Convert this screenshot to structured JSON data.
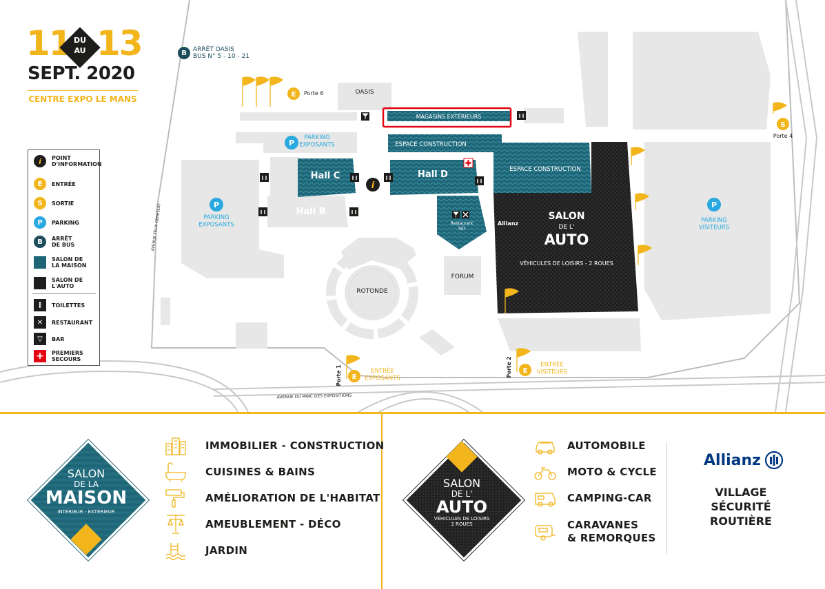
{
  "header": {
    "day_start": "11",
    "du": "DU",
    "au": "AU",
    "day_end": "13",
    "month_year": "SEPT. 2020",
    "venue": "CENTRE EXPO LE MANS"
  },
  "bus_stop": {
    "letter": "B",
    "line1": "ARRÊT OASIS",
    "line2": "BUS N° 5 - 10 - 21"
  },
  "map_labels": {
    "oasis": "OASIS",
    "porte6": "Porte 6",
    "magasins": "MAGASINS EXTÉRIEURS",
    "espace_construction_1": "ESPACE CONSTRUCTION",
    "espace_construction_2": "ESPACE CONSTRUCTION",
    "parking_exposants_top": "PARKING\nEXPOSANTS",
    "parking_exposants_left": "PARKING\nEXPOSANTS",
    "parking_visiteurs": "PARKING\nVISITEURS",
    "hall_c": "Hall C",
    "hall_d": "Hall D",
    "hall_b": "Hall B",
    "restaurant": "Restaurant\nTBT",
    "rotonde": "ROTONDE",
    "forum": "FORUM",
    "salon_auto_line1": "SALON",
    "salon_auto_line2": "DE L'",
    "salon_auto_line3": "AUTO",
    "salon_auto_sub": "VÉHICULES DE LOISIRS - 2 ROUES",
    "allianz_small": "Allianz",
    "porte1": "Porte 1",
    "porte2": "Porte 2",
    "porte4": "Porte 4",
    "entree_exposants": "ENTRÉE\nEXPOSANTS",
    "entree_visiteurs": "ENTRÉE\nVISITEURS",
    "avenue_parc": "AVENUE DU PARC DES EXPOSITIONS",
    "avenue_felix": "AVENUE FÉLIX GENESLAY",
    "letter_e": "E",
    "letter_s": "S",
    "letter_p": "P",
    "letter_i": "i"
  },
  "legend": {
    "items": [
      {
        "label": "POINT\nD'INFORMATION"
      },
      {
        "label": "ENTRÉE"
      },
      {
        "label": "SORTIE"
      },
      {
        "label": "PARKING"
      },
      {
        "label": "ARRÊT\nDE BUS"
      },
      {
        "label": "SALON DE\nLA MAISON"
      },
      {
        "label": "SALON DE\nL'AUTO"
      },
      {
        "label": "TOILETTES"
      },
      {
        "label": "RESTAURANT"
      },
      {
        "label": "BAR"
      },
      {
        "label": "PREMIERS\nSECOURS"
      }
    ]
  },
  "maison": {
    "line1": "SALON",
    "line2": "DE LA",
    "line3": "MAISON",
    "sub": "INTÉRIEUR - EXTÉRIEUR",
    "categories": [
      {
        "label": "IMMOBILIER - CONSTRUCTION",
        "icon": "buildings-icon"
      },
      {
        "label": "CUISINES & BAINS",
        "icon": "bathtub-icon"
      },
      {
        "label": "AMÉLIORATION DE L'HABITAT",
        "icon": "paint-roller-icon"
      },
      {
        "label": "AMEUBLEMENT - DÉCO",
        "icon": "lamp-icon"
      },
      {
        "label": "JARDIN",
        "icon": "pool-ladder-icon"
      }
    ]
  },
  "auto": {
    "line1": "SALON",
    "line2": "DE L'",
    "line3": "AUTO",
    "sub": "VÉHICULES DE LOISIRS\n2 ROUES",
    "categories": [
      {
        "label": "AUTOMOBILE",
        "icon": "car-icon"
      },
      {
        "label": "MOTO & CYCLE",
        "icon": "motorcycle-icon"
      },
      {
        "label": "CAMPING-CAR",
        "icon": "camper-icon"
      },
      {
        "label": "CARAVANES\n& REMORQUES",
        "icon": "caravan-icon"
      }
    ]
  },
  "sponsor": {
    "name": "Allianz",
    "village": "VILLAGE\nSÉCURITÉ\nROUTIÈRE"
  },
  "colors": {
    "accent": "#f2b51c",
    "teal": "#1d6577",
    "dark": "#1d1d1b",
    "building": "#e6e7e6",
    "parking": "#29a9e0",
    "highlight": "#e30613"
  }
}
